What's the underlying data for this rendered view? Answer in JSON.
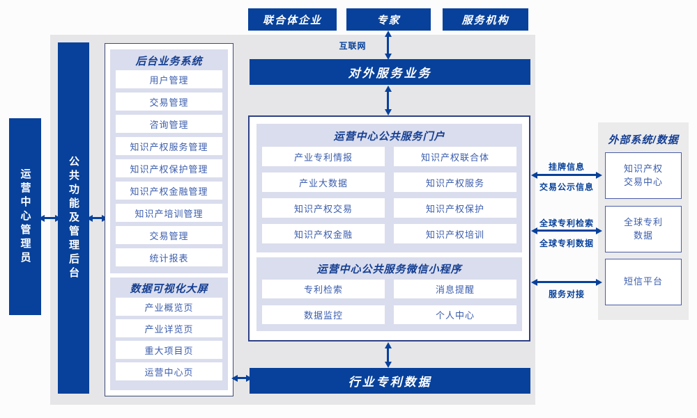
{
  "colors": {
    "primary_blue": "#07419b",
    "title_text": "#143e92",
    "item_text": "#3b5dad",
    "panel_lavender": "#dadded",
    "canvas_gray": "#e6e6e8",
    "right_panel_gray": "#ebebec"
  },
  "top_entities": {
    "consortium": "联合体企业",
    "expert": "专家",
    "agency": "服务机构"
  },
  "internet_label": "互联网",
  "external_service_bar": "对外服务业务",
  "left_rails": {
    "admin": "运营中心管理员",
    "backend": "公共功能及管理后台"
  },
  "backend_system": {
    "title": "后台业务系统",
    "items": [
      "用户管理",
      "交易管理",
      "咨询管理",
      "知识产权服务管理",
      "知识产权保护管理",
      "知识产权金融管理",
      "知识产培训管理",
      "交易管理",
      "统计报表"
    ]
  },
  "dataviz": {
    "title": "数据可视化大屏",
    "items": [
      "产业概览页",
      "产业详览页",
      "重大项目页",
      "运营中心页"
    ]
  },
  "portal": {
    "title": "运营中心公共服务门户",
    "items": [
      "产业专利情报",
      "知识产权联合体",
      "产业大数据",
      "知识产权服务",
      "知识产权交易",
      "知识产权保护",
      "知识产权金融",
      "知识产权培训"
    ]
  },
  "miniprogram": {
    "title": "运营中心公共服务微信小程序",
    "items": [
      "专利检索",
      "消息提醒",
      "数据监控",
      "个人中心"
    ]
  },
  "industry_patent_bar": "行业专利数据",
  "external_panel": {
    "title": "外部系统/数据",
    "systems": [
      "知识产权\n交易中心",
      "全球专利\n数据",
      "短信平台"
    ]
  },
  "link_labels": {
    "listing_info": "挂牌信息",
    "trade_publicity": "交易公示信息",
    "global_patent_search": "全球专利检索",
    "global_patent_data": "全球专利数据",
    "service_connect": "服务对接"
  }
}
